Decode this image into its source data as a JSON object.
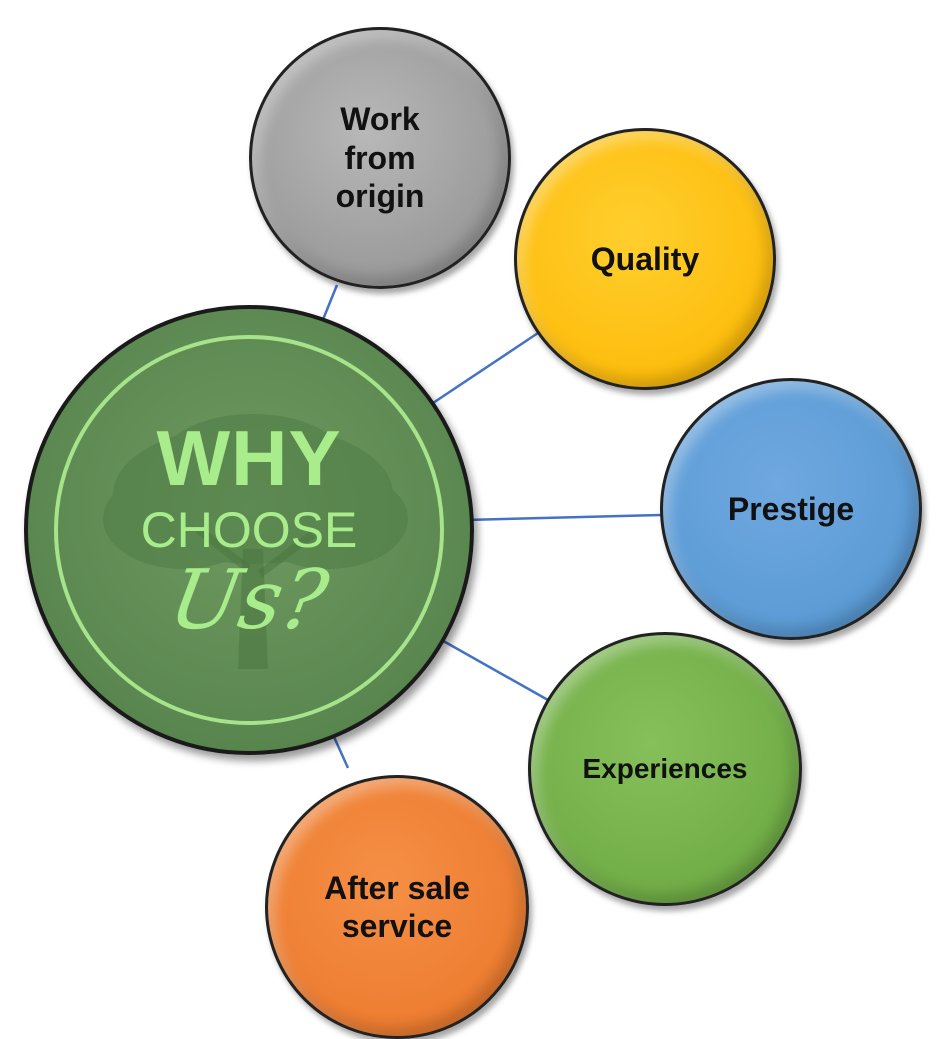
{
  "hub": {
    "line1": "WHY",
    "line2": "CHOOSE",
    "line3": "Us?"
  },
  "reasons": [
    {
      "label": "Work\nfrom\norigin",
      "color": "#a6a6a6"
    },
    {
      "label": "Quality",
      "color": "#fdbd0d"
    },
    {
      "label": "Prestige",
      "color": "#5b9bd5"
    },
    {
      "label": "Experiences",
      "color": "#71ad47"
    },
    {
      "label": "After sale\nservice",
      "color": "#ed7d31"
    }
  ],
  "colors": {
    "hub_fill": "#5d8a52",
    "hub_text": "#a9ec8c",
    "connector": "#4472c4"
  },
  "icons": {
    "hub_background": "tree-icon"
  }
}
